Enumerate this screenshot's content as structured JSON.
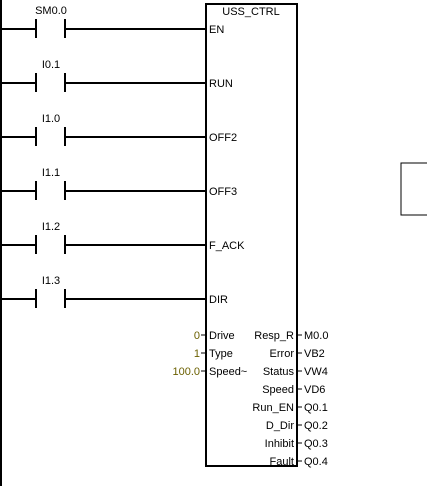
{
  "block": {
    "title": "USS_CTRL",
    "left_bit_inputs": [
      "EN",
      "RUN",
      "OFF2",
      "OFF3",
      "F_ACK",
      "DIR"
    ],
    "left_value_inputs": [
      "Drive",
      "Type",
      "Speed~"
    ],
    "outputs": [
      "Resp_R",
      "Error",
      "Status",
      "Speed",
      "Run_EN",
      "D_Dir",
      "Inhibit",
      "Fault"
    ]
  },
  "contacts": [
    "SM0.0",
    "I0.1",
    "I1.0",
    "I1.1",
    "I1.2",
    "I1.3"
  ],
  "input_values": [
    "0",
    "1",
    "100.0"
  ],
  "output_operands": [
    "M0.0",
    "VB2",
    "VW4",
    "VD6",
    "Q0.1",
    "Q0.2",
    "Q0.3",
    "Q0.4"
  ],
  "colors": {
    "line": "#000000",
    "value_text": "#6b6000",
    "background": "#ffffff"
  }
}
